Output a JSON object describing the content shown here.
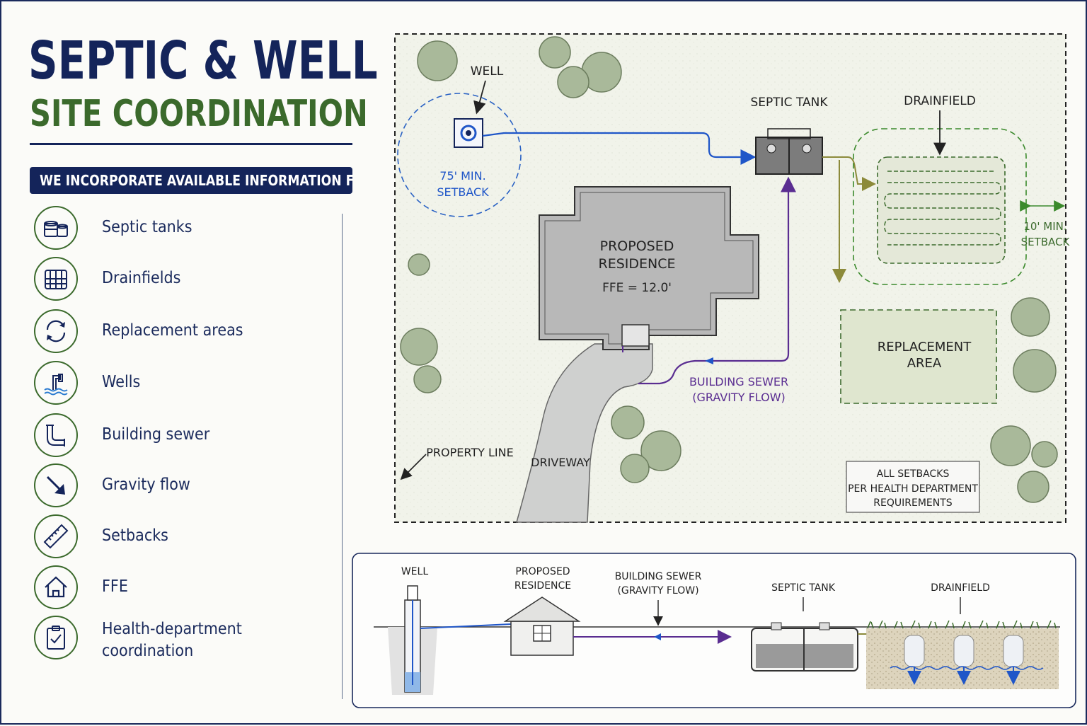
{
  "title": {
    "line1": "SEPTIC & WELL",
    "line2": "SITE COORDINATION"
  },
  "banner": "WE INCORPORATE AVAILABLE INFORMATION FOR:",
  "items": [
    {
      "label": "Septic tanks",
      "icon": "septic-tank-icon"
    },
    {
      "label": "Drainfields",
      "icon": "drainfield-icon"
    },
    {
      "label": "Replacement areas",
      "icon": "replacement-cycle-icon"
    },
    {
      "label": "Wells",
      "icon": "well-icon"
    },
    {
      "label": "Building sewer",
      "icon": "pipe-icon"
    },
    {
      "label": "Gravity flow",
      "icon": "arrow-down-right-icon"
    },
    {
      "label": "Setbacks",
      "icon": "ruler-icon"
    },
    {
      "label": "FFE",
      "icon": "house-icon"
    },
    {
      "label": "Health-department coordination",
      "icon": "clipboard-check-icon"
    }
  ],
  "site_plan": {
    "well_label": "WELL",
    "well_setback_line1": "75' MIN.",
    "well_setback_line2": "SETBACK",
    "septic_tank_label": "SEPTIC TANK",
    "drainfield_label": "DRAINFIELD",
    "drainfield_setback_line1": "10' MIN.",
    "drainfield_setback_line2": "SETBACK",
    "residence_line1": "PROPOSED",
    "residence_line2": "RESIDENCE",
    "ffe": "FFE = 12.0'",
    "replacement_line1": "REPLACEMENT",
    "replacement_line2": "AREA",
    "sewer_line1": "BUILDING SEWER",
    "sewer_line2": "(GRAVITY FLOW)",
    "property_line": "PROPERTY LINE",
    "driveway": "DRIVEWAY",
    "note_line1": "ALL SETBACKS",
    "note_line2": "PER HEALTH DEPARTMENT",
    "note_line3": "REQUIREMENTS"
  },
  "section": {
    "well": "WELL",
    "residence_line1": "PROPOSED",
    "residence_line2": "RESIDENCE",
    "sewer_line1": "BUILDING SEWER",
    "sewer_line2": "(GRAVITY FLOW)",
    "septic_tank": "SEPTIC TANK",
    "drainfield": "DRAINFIELD"
  },
  "colors": {
    "navy": "#14245a",
    "green": "#3b6a2c",
    "water_line": "#1f56c8",
    "sewer_line": "#5a2d91",
    "effluent_line": "#8c8a3a"
  }
}
